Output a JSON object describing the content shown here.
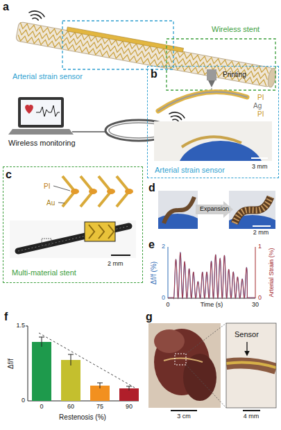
{
  "diagram": {
    "nodes": [
      {
        "text": [
          "Printing",
          "PI",
          "Ag",
          "PI",
          "3 mm",
          "Arterial strain sensor"
        ]
      },
      {
        "text": [
          "PI",
          "Au",
          "2 mm",
          "Multi-material stent"
        ]
      }
    ],
    "labels": [
      "a",
      "Arterial strain sensor",
      "Wireless stent",
      "Wireless monitoring",
      "b",
      "c",
      "d",
      "Expansion",
      "2 mm",
      "e",
      "Δf/f (%)",
      "2",
      "0",
      "Arterial Strain (%)",
      "1",
      "0",
      "0",
      "Time (s)",
      "30",
      "f",
      "1.5",
      "0",
      "Δf/f",
      "0",
      "60",
      "75",
      "90",
      "Restenosis (%)",
      "g",
      "3 cm",
      "Sensor",
      "4 mm"
    ]
  }
}
